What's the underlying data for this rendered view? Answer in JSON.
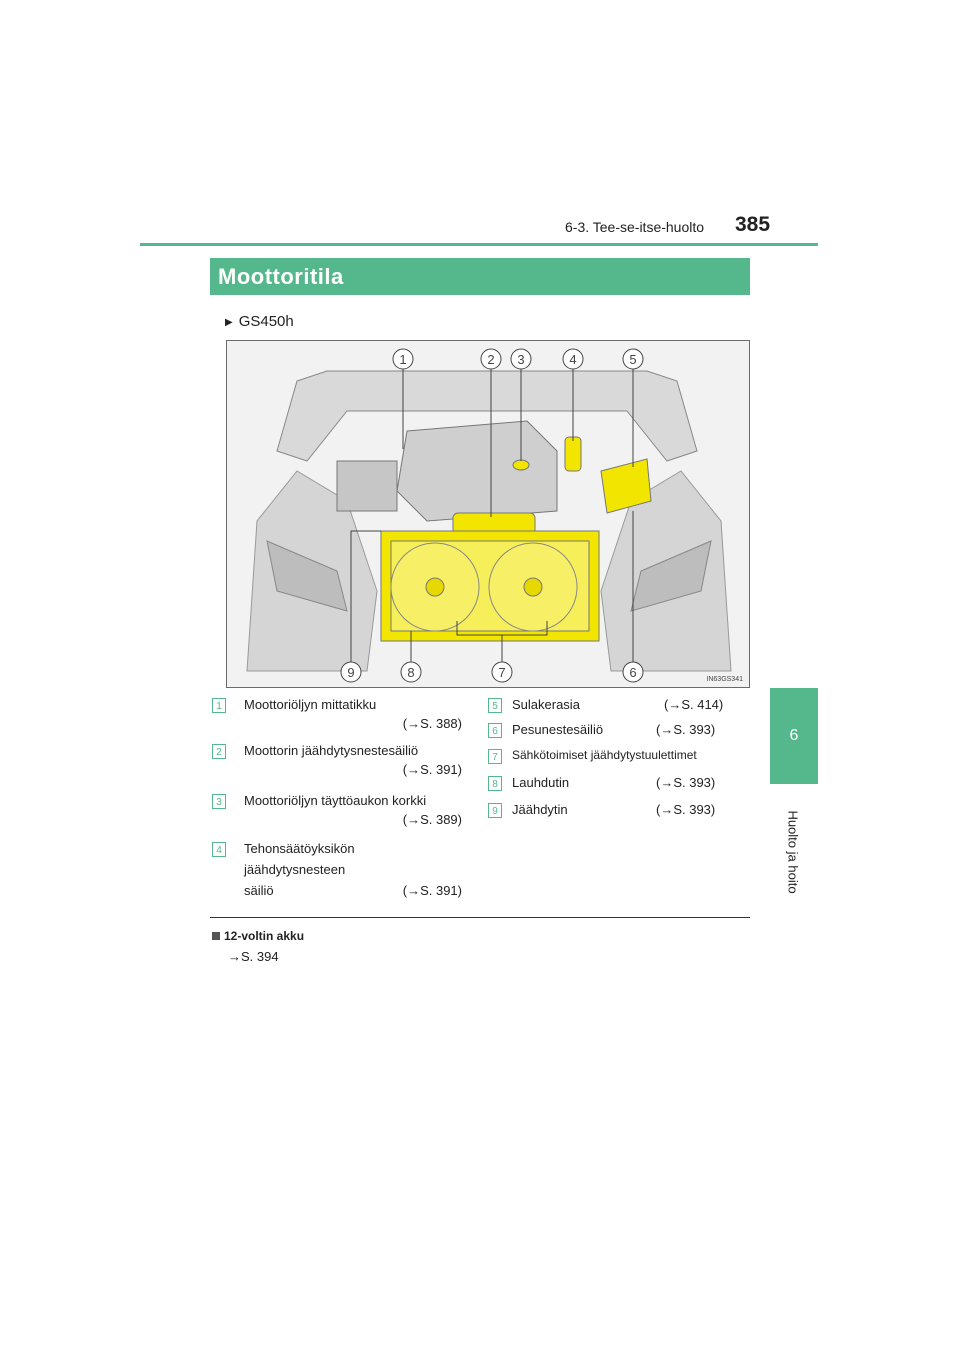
{
  "header": {
    "section": "6-3. Tee-se-itse-huolto",
    "page_number": "385"
  },
  "side_tab": {
    "number": "6",
    "label": "Huolto ja hoito"
  },
  "title": "Moottoritila",
  "model": "GS450h",
  "figure": {
    "code": "IN63GS341",
    "callouts": [
      "1",
      "2",
      "3",
      "4",
      "5",
      "6",
      "7",
      "8",
      "9"
    ]
  },
  "legend": [
    {
      "num": "1",
      "text": "Moottoriöljyn mittatikku",
      "ref": "(→S. 388)"
    },
    {
      "num": "2",
      "text": "Moottorin jäähdytysnestesäiliö",
      "ref": "(→S. 391)"
    },
    {
      "num": "3",
      "text": "Moottoriöljyn täyttöaukon korkki",
      "ref": "(→S. 389)"
    },
    {
      "num": "4",
      "text": "Tehonsäätöyksikön",
      "text2": "jäähdytysnesteen",
      "text3": "säiliö",
      "ref": "(→S. 391)"
    },
    {
      "num": "5",
      "text": "Sulakerasia",
      "ref": "(→S. 414)"
    },
    {
      "num": "6",
      "text": "Pesunestesäiliö",
      "ref": "(→S. 393)"
    },
    {
      "num": "7",
      "text": "Sähkötoimiset jäähdytystuulettimet",
      "ref": ""
    },
    {
      "num": "8",
      "text": "Lauhdutin",
      "ref": "(→S. 393)"
    },
    {
      "num": "9",
      "text": "Jäähdytin",
      "ref": "(→S. 393)"
    }
  ],
  "note": {
    "title": "12-voltin akku",
    "ref": "→S. 394"
  }
}
